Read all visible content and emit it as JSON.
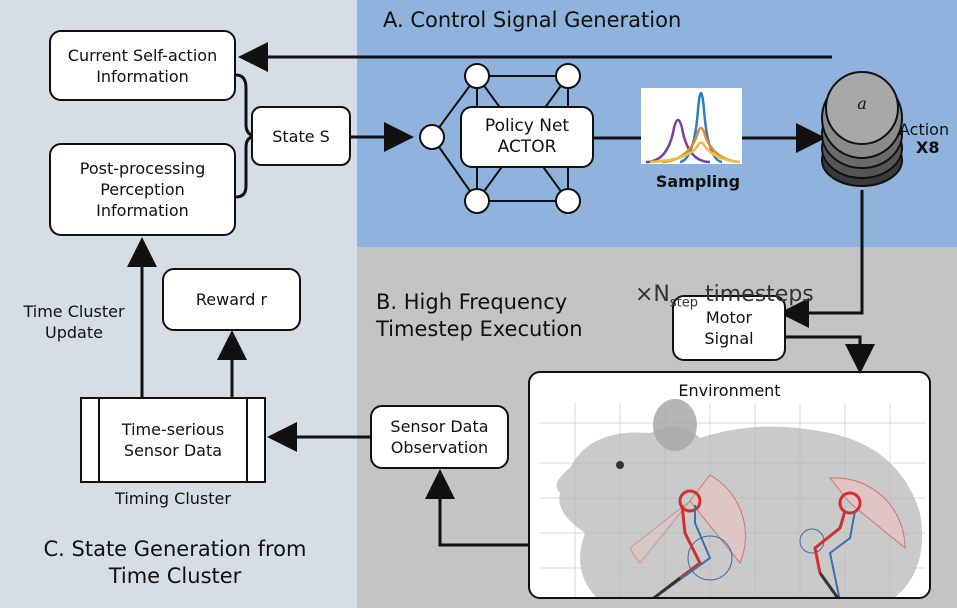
{
  "sections": {
    "a_title": "A. Control Signal Generation",
    "b_title": "B. High Frequency\nTimestep Execution",
    "c_title": "C. State Generation from\nTime Cluster"
  },
  "boxes": {
    "current_self_action": "Current Self-action\nInformation",
    "post_processing": "Post-processing\nPerception\nInformation",
    "state": "State S",
    "policy_net": "Policy Net\nACTOR",
    "reward": "Reward r",
    "time_serious": "Time-serious\nSensor Data",
    "sensor_obs": "Sensor Data\nObservation",
    "motor_signal": "Motor\nSignal",
    "environment": "Environment"
  },
  "labels": {
    "sampling": "Sampling",
    "action_symbol": "a",
    "action": "Action",
    "action_count": "X8",
    "timesteps_prefix": "×N",
    "timesteps_sub": "step",
    "timesteps_suffix": " timesteps",
    "time_cluster_update": "Time Cluster\nUpdate",
    "timing_cluster": "Timing Cluster"
  },
  "colors": {
    "panel_c": "#d5dde7",
    "panel_a": "#8fb3dc",
    "panel_b": "#c4c4c4",
    "dist_purple": "#7b3fa0",
    "dist_blue": "#2f7cc4",
    "dist_orange": "#e08a2e",
    "dist_yellow": "#e8c043",
    "leg_red": "#d03030",
    "leg_blue": "#3a6fb0"
  }
}
